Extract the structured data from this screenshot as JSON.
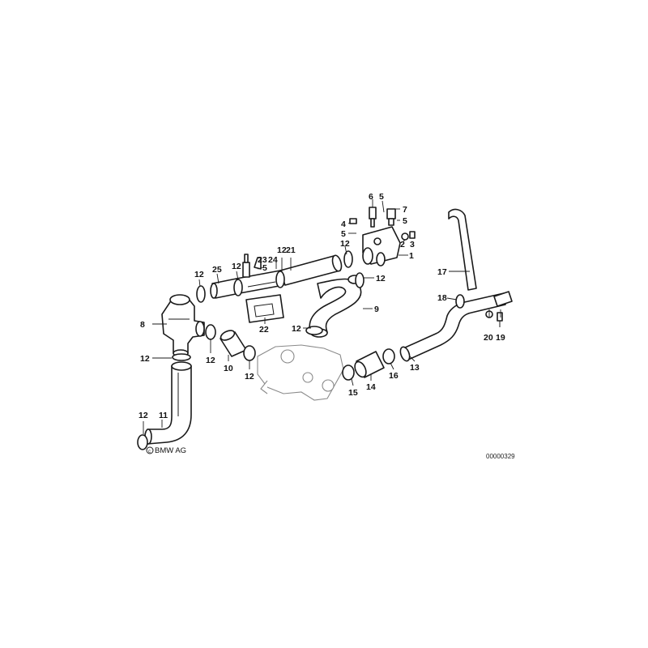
{
  "callouts": {
    "c1": "1",
    "c2": "2",
    "c3": "3",
    "c4": "4",
    "c5a": "5",
    "c5b": "5",
    "c5c": "5",
    "c5d": "5",
    "c6": "6",
    "c7": "7",
    "c8": "8",
    "c9": "9",
    "c10": "10",
    "c11": "11",
    "c12a": "12",
    "c12b": "12",
    "c12c": "12",
    "c12d": "12",
    "c12e": "12",
    "c12f": "12",
    "c12g": "12",
    "c12h": "12",
    "c12i": "12",
    "c13": "13",
    "c14": "14",
    "c15": "15",
    "c16": "16",
    "c17": "17",
    "c18": "18",
    "c19": "19",
    "c20": "20",
    "c21": "21",
    "c22": "22",
    "c23": "23",
    "c24": "24",
    "c25": "25"
  },
  "brand": "BMW AG",
  "diagram_id": "00000329",
  "colors": {
    "line": "#1a1a1a",
    "background": "#ffffff",
    "ghost": "#8a8a8a"
  }
}
